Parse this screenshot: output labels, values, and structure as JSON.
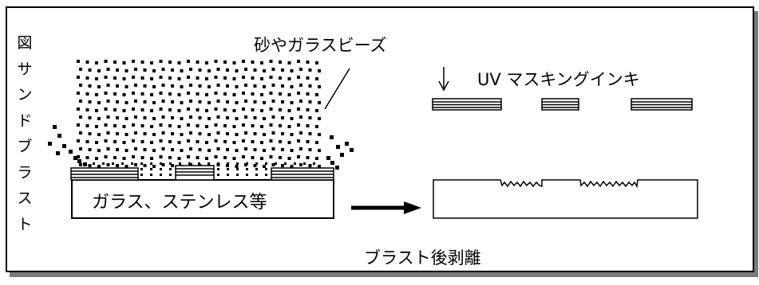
{
  "diagram": {
    "vertical_title_chars": [
      "図",
      "サ",
      "ン",
      "ド",
      "ブ",
      "ラ",
      "ス",
      "ト"
    ],
    "particles_label": "砂やガラスビーズ",
    "substrate_label": "ガラス、ステンレス等",
    "mask_label": "UV マスキングインキ",
    "after_label": "ブラスト後剥離"
  }
}
